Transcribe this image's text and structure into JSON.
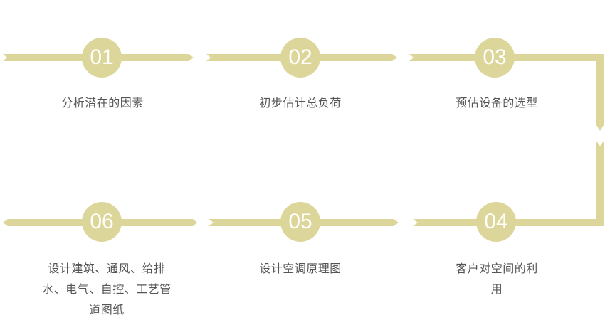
{
  "colors": {
    "accent": "#ddd69a",
    "text": "#555555",
    "number": "#ffffff"
  },
  "steps": [
    {
      "number": "01",
      "label": "分析潜在的因素"
    },
    {
      "number": "02",
      "label": "初步估计总负荷"
    },
    {
      "number": "03",
      "label": "预估设备的选型"
    },
    {
      "number": "04",
      "label": "客户对空间的利\n用"
    },
    {
      "number": "05",
      "label": "设计空调原理图"
    },
    {
      "number": "06",
      "label": "设计建筑、通风、给排\n水、电气、自控、工艺管\n道图纸"
    }
  ]
}
